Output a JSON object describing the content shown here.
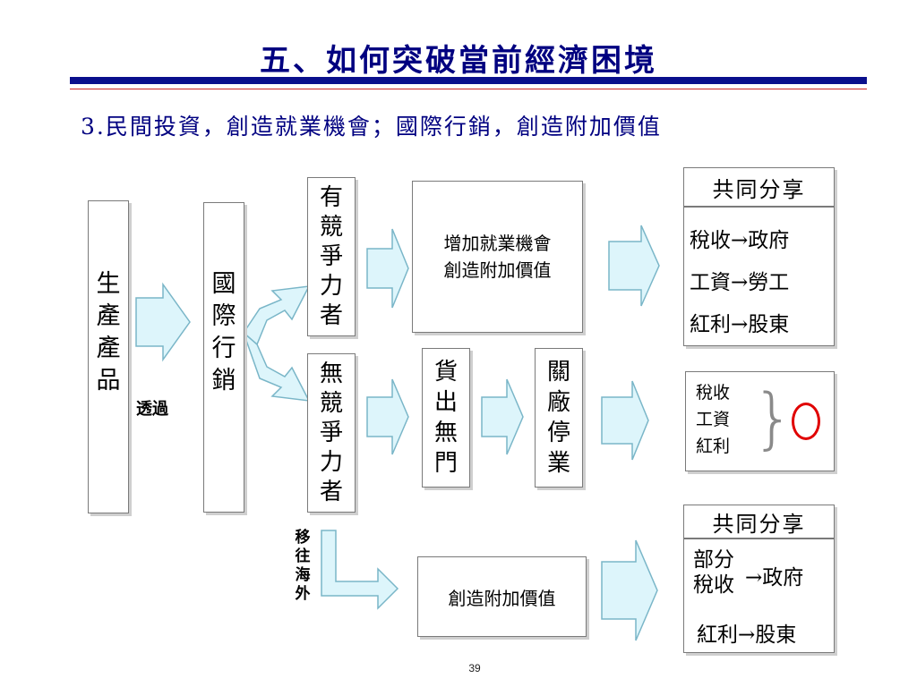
{
  "title": "五、如何突破當前經濟困境",
  "subtitle": "3.民間投資，創造就業機會；國際行銷，創造附加價值",
  "left": {
    "produce": [
      "生",
      "產",
      "產",
      "品"
    ],
    "via": "透過",
    "intl": [
      "國",
      "際",
      "行",
      "銷"
    ]
  },
  "competitive": [
    "有",
    "競",
    "爭",
    "力",
    "者"
  ],
  "noncompetitive": [
    "無",
    "競",
    "爭",
    "力",
    "者"
  ],
  "move_overseas": [
    "移",
    "往",
    "海",
    "外"
  ],
  "top_result": [
    "增加就業機會",
    "創造附加價值"
  ],
  "unsold": [
    "貨",
    "出",
    "無",
    "門"
  ],
  "closed": [
    "關",
    "廠",
    "停",
    "業"
  ],
  "bottom_result": "創造附加價值",
  "share_top": {
    "header": "共同分享",
    "lines": [
      "稅收→政府",
      "工資→勞工",
      "紅利→股東"
    ]
  },
  "middle_right": {
    "lines": [
      "稅收",
      "工資",
      "紅利"
    ],
    "brace": "}",
    "zero": "O"
  },
  "share_bottom": {
    "header": "共同分享",
    "part_tax": [
      "部分",
      "稅收"
    ],
    "to_gov": "→政府",
    "dividend": "紅利→股東"
  },
  "page_number": "39",
  "colors": {
    "title": "#000080",
    "arrow_fill": "#ddf5fb",
    "arrow_stroke": "#7ab6c8",
    "rule_blue": "#0a0f8c",
    "zero_red": "#e00000"
  }
}
